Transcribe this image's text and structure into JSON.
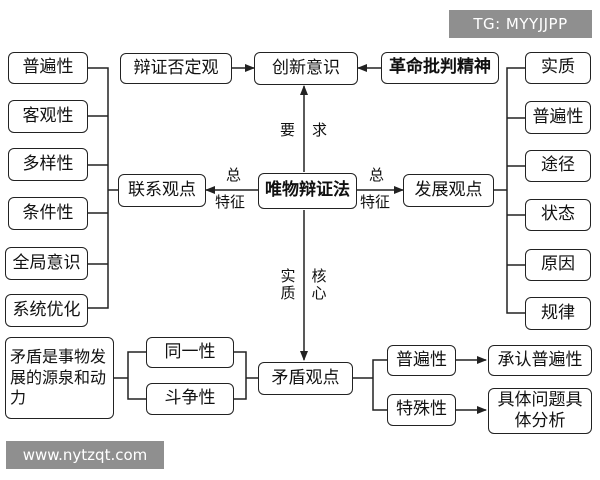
{
  "watermarks": {
    "top": "TG: MYYJJPP",
    "bottom": "www.nytzqt.com"
  },
  "center": "唯物辩证法",
  "top_row": {
    "left": "辩证否定观",
    "center": "创新意识",
    "right": "革命批判精神"
  },
  "connection_view": {
    "title": "联系观点",
    "items": [
      "普遍性",
      "客观性",
      "多样性",
      "条件性",
      "全局意识",
      "系统优化"
    ]
  },
  "development_view": {
    "title": "发展观点",
    "items": [
      "实质",
      "普遍性",
      "途径",
      "状态",
      "原因",
      "规律"
    ]
  },
  "contradiction_view": {
    "title": "矛盾观点",
    "left_desc": "矛盾是事物发展的源泉和动力",
    "left_items": [
      "同一性",
      "斗争性"
    ],
    "right_items": [
      "普遍性",
      "特殊性"
    ],
    "outcomes": [
      "承认普遍性",
      "具体问题具体分析"
    ]
  },
  "labels": {
    "require": [
      "要",
      "求"
    ],
    "zong_left": "总",
    "tezheng_left": "特征",
    "zong_right": "总",
    "tezheng_right": "特征",
    "shizhi": "实质",
    "hexin": "核心"
  }
}
